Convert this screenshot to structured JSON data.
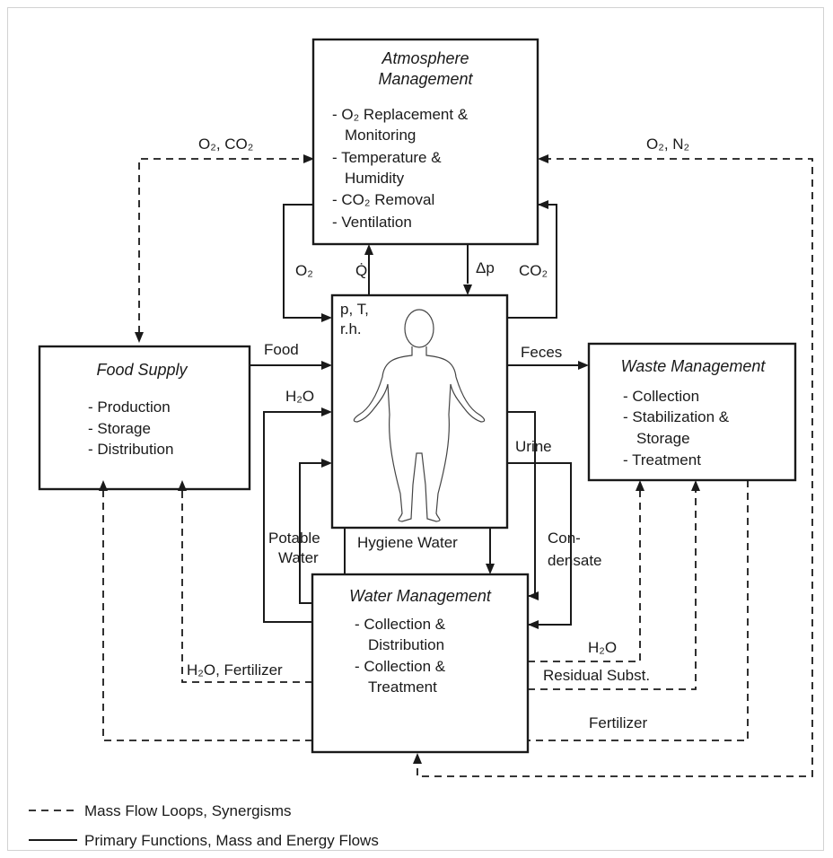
{
  "boxes": {
    "atmosphere": {
      "title": [
        "Atmosphere",
        "Management"
      ],
      "items": [
        "- O₂ Replacement &",
        "Monitoring",
        "- Temperature &",
        "Humidity",
        "- CO₂ Removal",
        "- Ventilation"
      ]
    },
    "food": {
      "title": "Food Supply",
      "items": [
        "- Production",
        "- Storage",
        "- Distribution"
      ]
    },
    "waste": {
      "title": "Waste Management",
      "items": [
        "- Collection",
        "- Stabilization &",
        "Storage",
        "- Treatment"
      ]
    },
    "water": {
      "title": "Water Management",
      "items": [
        "- Collection &",
        "Distribution",
        "- Collection &",
        "Treatment"
      ]
    },
    "human": {
      "env_label": [
        "p, T,",
        "r.h."
      ]
    }
  },
  "flows": {
    "o2_co2_top": "O₂, CO₂",
    "o2_n2_top": "O₂, N₂",
    "o2": "O₂",
    "heat": "Q̇",
    "delta_p": "Δp",
    "co2": "CO₂",
    "food": "Food",
    "feces": "Feces",
    "h2o_in": "H₂O",
    "urine": "Urine",
    "potable_water": [
      "Potable",
      "Water"
    ],
    "hygiene_water": "Hygiene Water",
    "condensate": [
      "Con-",
      "densate"
    ],
    "h2o_waste": "H₂O",
    "residual": "Residual Subst.",
    "h2o_fertilizer": "H₂O, Fertilizer",
    "fertilizer": "Fertilizer"
  },
  "legend": {
    "dashed": "Mass Flow Loops, Synergisms",
    "solid": "Primary Functions, Mass and Energy Flows"
  }
}
